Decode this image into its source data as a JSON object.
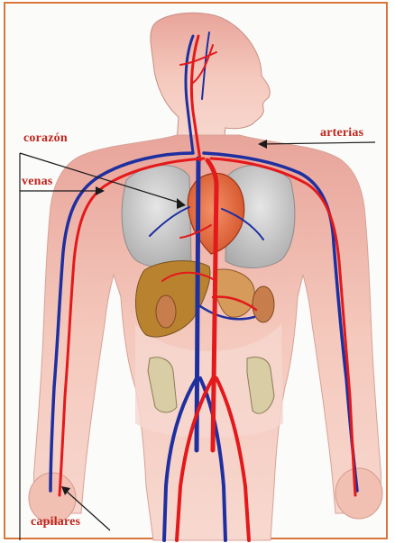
{
  "labels": {
    "corazon": "corazón",
    "venas": "venas",
    "arterias": "arterias",
    "capilares": "capilares"
  },
  "colors": {
    "frame": "#d9773a",
    "label_text": "#c0241c",
    "skin": "#f3c2b5",
    "skin_dark": "#d98f80",
    "artery": "#e3191b",
    "vein": "#1e2fa0",
    "heart": "#e4693b",
    "liver": "#b9822f",
    "lung": "#bfbfbf",
    "intestine": "#d9cda5",
    "kidney": "#c87d4c"
  }
}
